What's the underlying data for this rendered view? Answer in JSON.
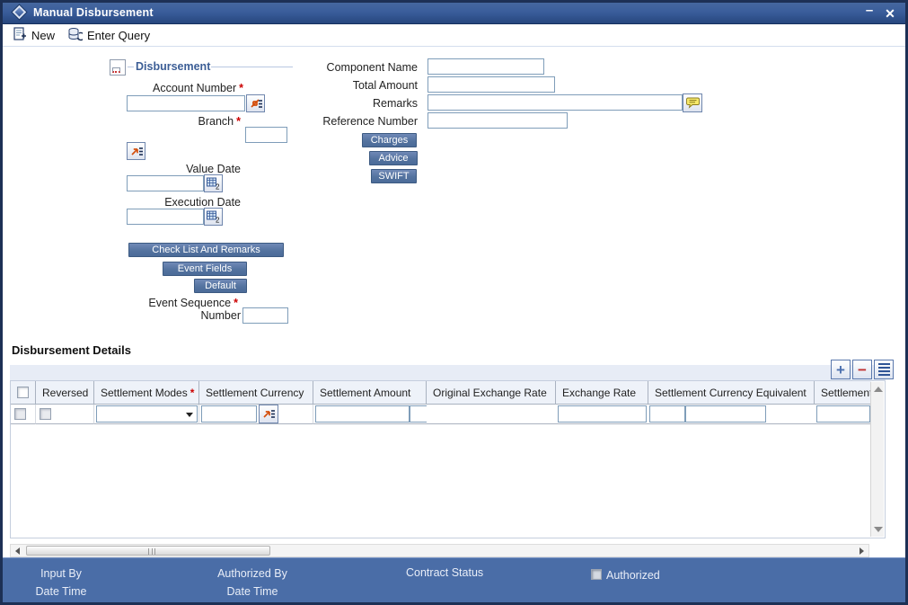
{
  "window": {
    "title": "Manual Disbursement",
    "minimize_glyph": "–",
    "close_glyph": "✕"
  },
  "toolbar": {
    "new": "New",
    "enter_query": "Enter Query"
  },
  "disbursement": {
    "section_title": "Disbursement",
    "required_marker": "*",
    "labels": {
      "account_number": "Account Number",
      "branch": "Branch",
      "value_date": "Value Date",
      "execution_date": "Execution Date",
      "event_sequence_line1": "Event Sequence",
      "event_sequence_line2": "Number",
      "component_name": "Component Name",
      "total_amount": "Total Amount",
      "remarks": "Remarks",
      "reference_number": "Reference Number"
    },
    "buttons": {
      "check_list": "Check List And Remarks",
      "event_fields": "Event Fields",
      "default": "Default",
      "charges": "Charges",
      "advice": "Advice",
      "swift": "SWIFT"
    }
  },
  "details": {
    "title": "Disbursement Details",
    "required_marker": "*",
    "columns": [
      "Reversed",
      "Settlement Modes",
      "Settlement Currency",
      "Settlement Amount",
      "Original Exchange Rate",
      "Exchange Rate",
      "Settlement Currency Equivalent",
      "Settlement"
    ]
  },
  "icons": {
    "plus": "+",
    "minus": "−",
    "calendar_sub": "2"
  },
  "footer": {
    "input_by": "Input By",
    "input_date_time": "Date Time",
    "authorized_by": "Authorized By",
    "authorized_date_time": "Date Time",
    "contract_status": "Contract Status",
    "authorized_label": "Authorized"
  },
  "colors": {
    "titlebar_top": "#46689f",
    "titlebar_bottom": "#27477e",
    "button_accent": "#54739f",
    "footer_bg": "#4a6da7",
    "required": "#cc0000",
    "grid_header_bg": "#eef2f9"
  }
}
